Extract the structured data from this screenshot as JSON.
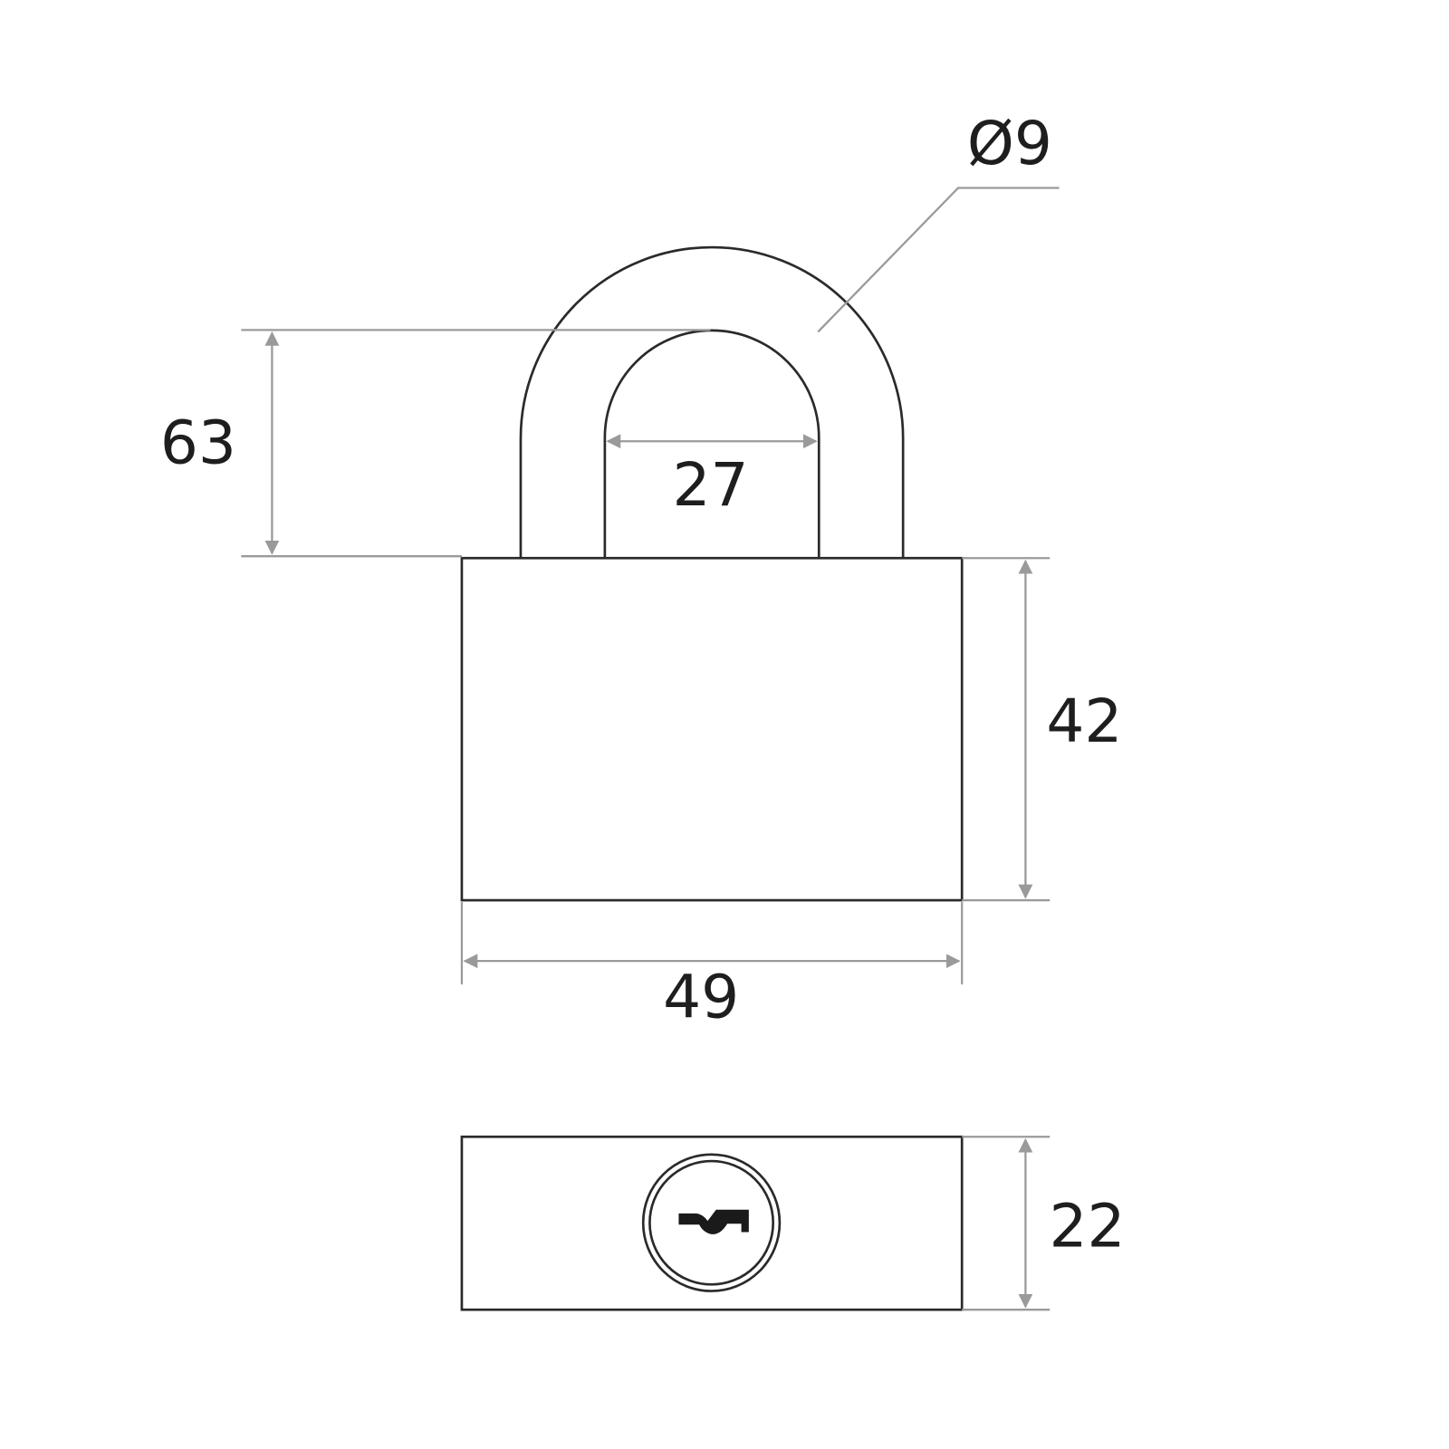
{
  "title": "Padlock dimension drawing",
  "dimensions": {
    "shackle_diameter": "Ø9",
    "shackle_height": "63",
    "shackle_inner_width": "27",
    "body_height": "42",
    "body_width": "49",
    "body_depth": "22"
  },
  "colors": {
    "outline": "#2a2a2a",
    "dimension_lines": "#9a9a9a",
    "text": "#1e1e1e"
  }
}
